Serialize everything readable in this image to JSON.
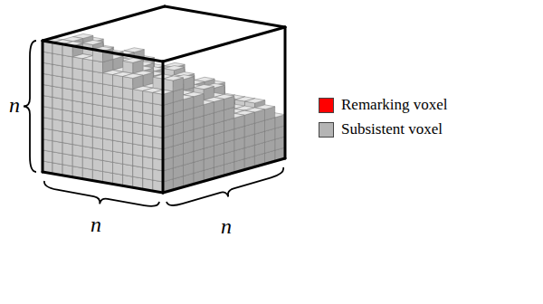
{
  "diagram": {
    "labels": [
      "n",
      "n",
      "n"
    ],
    "legend": [
      {
        "text": "Remarking voxel",
        "color": "#ff0000"
      },
      {
        "text": "Subsistent voxel",
        "color": "#b4b4b4"
      }
    ]
  }
}
